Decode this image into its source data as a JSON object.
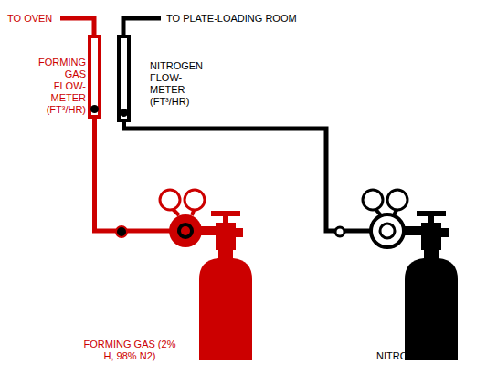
{
  "diagram": {
    "nodes": [
      {
        "text": [
          "FORMING GAS FLOW- METER (FT³/HR)"
        ]
      },
      {
        "text": [
          "NITROGEN FLOW- METER (FT³/HR)"
        ]
      },
      {
        "text": [
          "FORMING GAS (2% H, 98% N2)"
        ]
      },
      {
        "text": [
          "NITROGEN"
        ]
      }
    ],
    "edges": [
      {
        "from": 2,
        "to": 0,
        "arrow": "none"
      },
      {
        "from": 3,
        "to": 1,
        "arrow": "none"
      }
    ],
    "labels": [
      "TO OVEN",
      "TO PLATE-LOADING ROOM"
    ]
  }
}
